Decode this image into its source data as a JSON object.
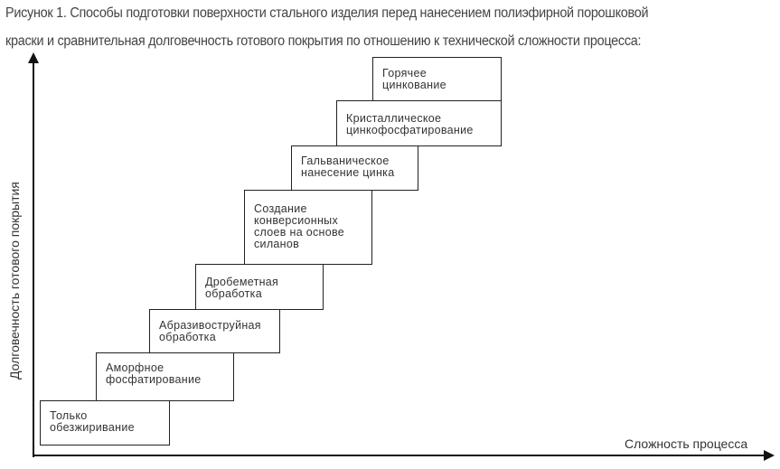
{
  "caption": {
    "line1": "Рисунок 1. Способы подготовки поверхности стального изделия перед нанесением полиэфирной порошковой",
    "line2": "краски и сравнительная долговечность готового покрытия по отношению к технической сложности процесса:"
  },
  "axes": {
    "y_label": "Долговечность готового покрытия",
    "x_label": "Сложность процесса"
  },
  "steps": [
    {
      "label": "Только обезжиривание"
    },
    {
      "label": "Аморфное фосфатирование"
    },
    {
      "label": "Абразивоструйная обработка"
    },
    {
      "label": "Дробеметная обработка"
    },
    {
      "label": "Создание конверсионных слоев на основе силанов"
    },
    {
      "label": "Гальваническое нанесение цинка"
    },
    {
      "label": "Кристаллическое цинкофосфатирование"
    },
    {
      "label": "Горячее цинкование"
    }
  ]
}
